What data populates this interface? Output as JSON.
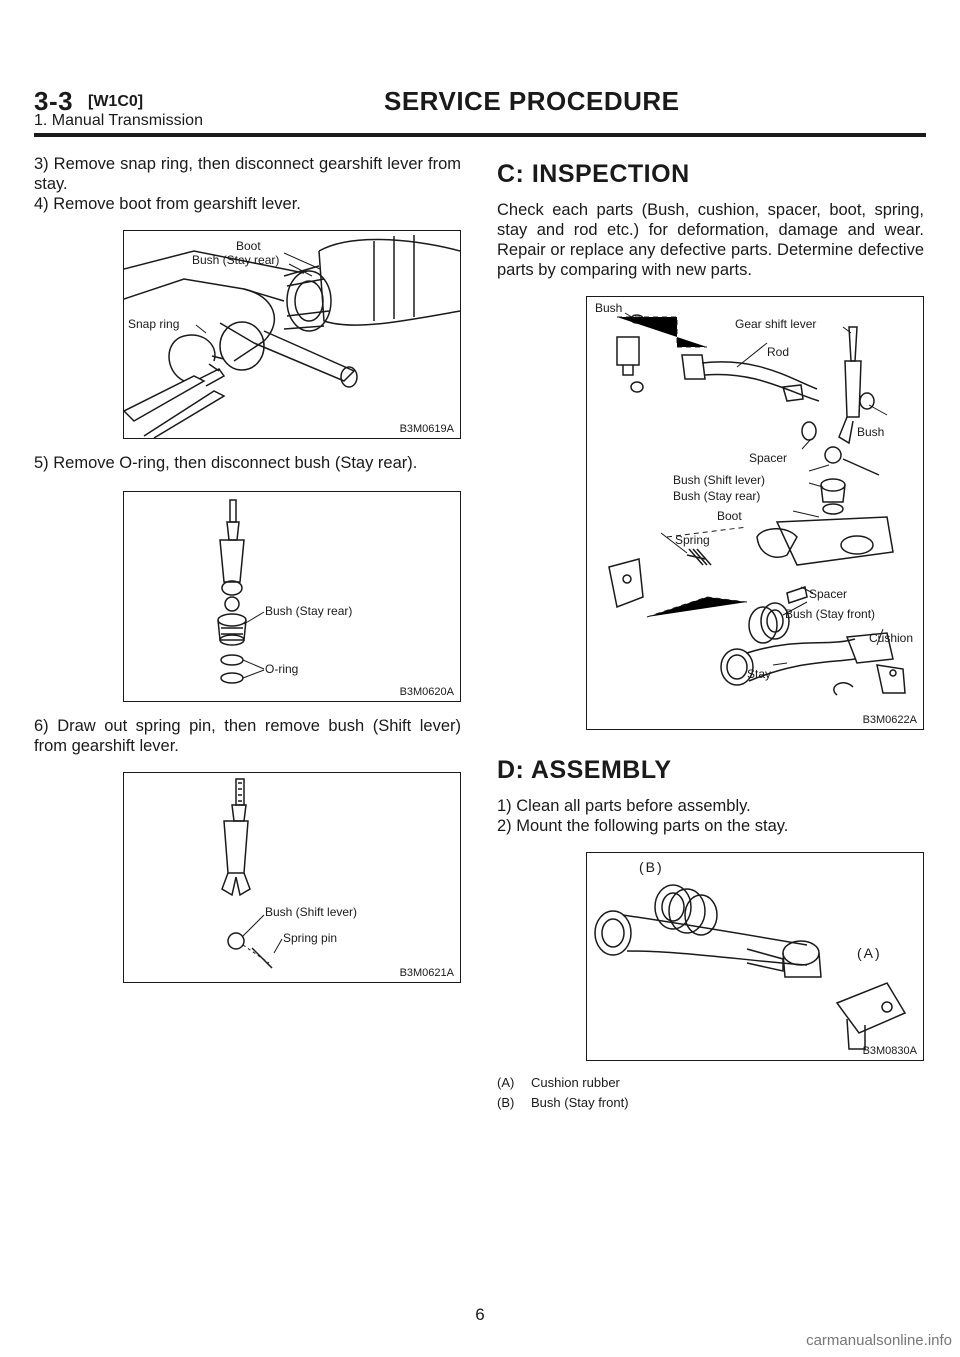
{
  "header": {
    "section": "3-3",
    "code": "[W1C0]",
    "title": "SERVICE PROCEDURE",
    "subtitle": "1. Manual Transmission"
  },
  "left": {
    "step3": "3) Remove snap ring, then disconnect gearshift lever from stay.",
    "step4": "4) Remove boot from gearshift lever.",
    "fig1": {
      "caption": "B3M0619A",
      "labels": [
        "Boot",
        "Bush (Stay rear)",
        "Snap ring"
      ]
    },
    "step5": "5) Remove O-ring, then disconnect bush (Stay rear).",
    "fig2": {
      "caption": "B3M0620A",
      "labels": [
        "Bush (Stay rear)",
        "O-ring"
      ]
    },
    "step6": "6) Draw out spring pin, then remove bush (Shift lever) from gearshift lever.",
    "fig3": {
      "caption": "B3M0621A",
      "labels": [
        "Bush (Shift lever)",
        "Spring pin"
      ]
    }
  },
  "right": {
    "inspection_heading": "C: INSPECTION",
    "inspection_text": "Check each parts (Bush, cushion, spacer, boot, spring, stay and rod etc.) for deformation, damage and wear. Repair or replace any defective parts. Determine defective parts by comparing with new parts.",
    "fig4": {
      "caption": "B3M0622A",
      "labels": [
        "Bush",
        "Gear shift lever",
        "Rod",
        "Bush",
        "Spacer",
        "Bush (Shift lever)",
        "Bush (Stay rear)",
        "Boot",
        "Spring",
        "Spacer",
        "Bush (Stay front)",
        "Cushion",
        "Stay"
      ]
    },
    "assembly_heading": "D: ASSEMBLY",
    "assembly_step1": "1) Clean all parts before assembly.",
    "assembly_step2": "2) Mount the following parts on the stay.",
    "fig5": {
      "caption": "B3M0830A",
      "labels": [
        "(B)",
        "(A)"
      ]
    },
    "legend": [
      {
        "key": "(A)",
        "text": "Cushion rubber"
      },
      {
        "key": "(B)",
        "text": "Bush (Stay front)"
      }
    ]
  },
  "footer": {
    "page_number": "6",
    "watermark": "carmanualsonline.info"
  }
}
